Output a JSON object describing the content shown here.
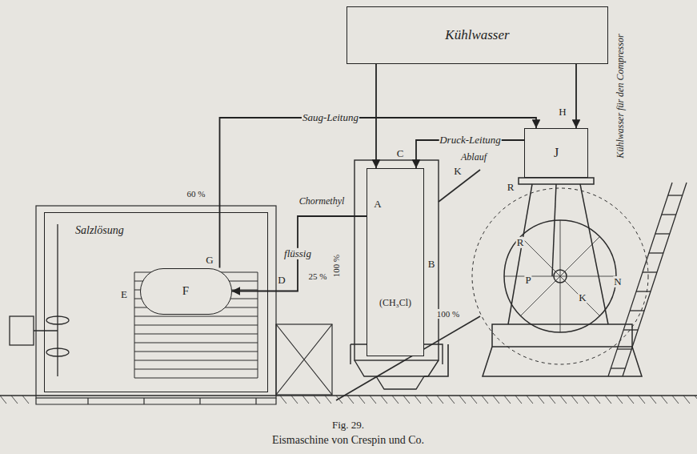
{
  "diagram": {
    "caption": "Eismaschine von Crespin und Co.",
    "nodes": [
      {
        "text": [
          "Kühlwasser"
        ]
      },
      {
        "text": [
          "Salzlösung"
        ]
      },
      {
        "text": [
          "F"
        ],
        "in": 1
      },
      {
        "text": [
          "(CH₃Cl)"
        ]
      },
      {
        "text": [
          "J"
        ]
      }
    ],
    "edges": [
      {
        "from": 2,
        "to": 4,
        "label": "Saug-Leitung",
        "arrow": "to"
      },
      {
        "from": 4,
        "to": 3,
        "label": "Druck-Leitung",
        "arrow": "to"
      },
      {
        "from": 3,
        "to": 2,
        "label": "flüssig",
        "arrow": "to"
      },
      {
        "from": 0,
        "to": 3,
        "arrow": "to"
      },
      {
        "from": 0,
        "to": 4,
        "arrow": "to"
      }
    ],
    "labels": [
      "Fig. 29.",
      "Kühlwasser für den Compressor",
      "Ablauf",
      "Chormethyl",
      "100 %",
      "60 %",
      "25 %",
      "100 %",
      "A",
      "B",
      "C",
      "D",
      "E",
      "G",
      "H",
      "K",
      "K",
      "N",
      "P",
      "R",
      "R"
    ]
  }
}
